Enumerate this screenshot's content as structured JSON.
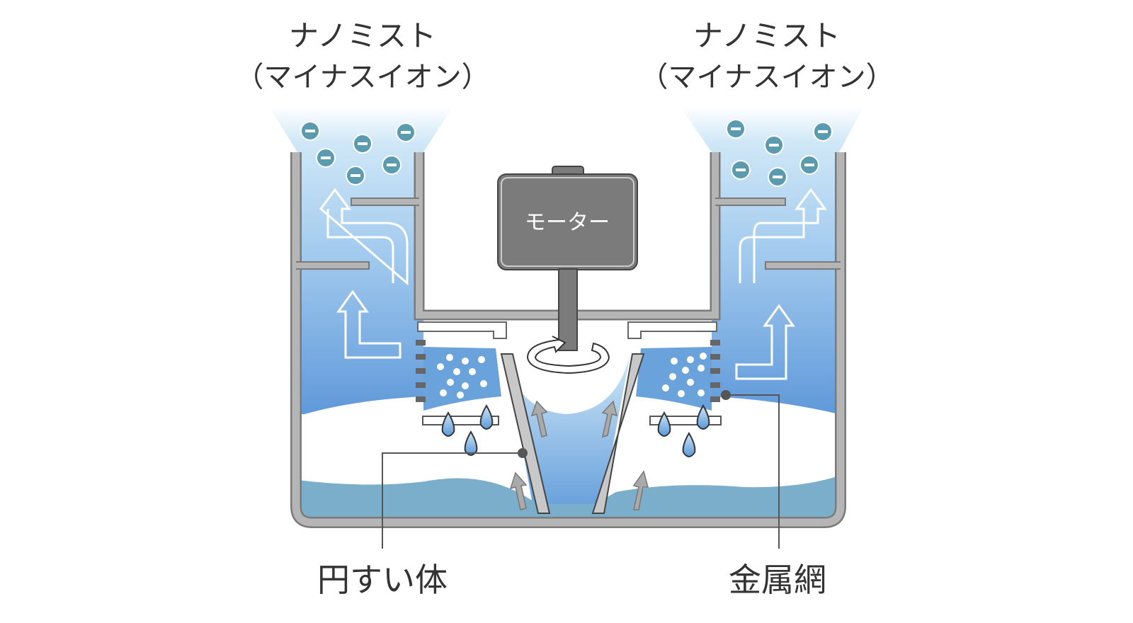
{
  "labels": {
    "mist_left_line1": "ナノミスト",
    "mist_left_line2": "（マイナスイオン）",
    "mist_right_line1": "ナノミスト",
    "mist_right_line2": "（マイナスイオン）",
    "motor": "モーター",
    "cone": "円すい体",
    "mesh": "金属網"
  },
  "colors": {
    "water": "#7aaecb",
    "mist_blue": "#6ea3dc",
    "ion": "#5b9bb0",
    "wall": "#a9a9a9",
    "motor": "#7b7b7b"
  }
}
